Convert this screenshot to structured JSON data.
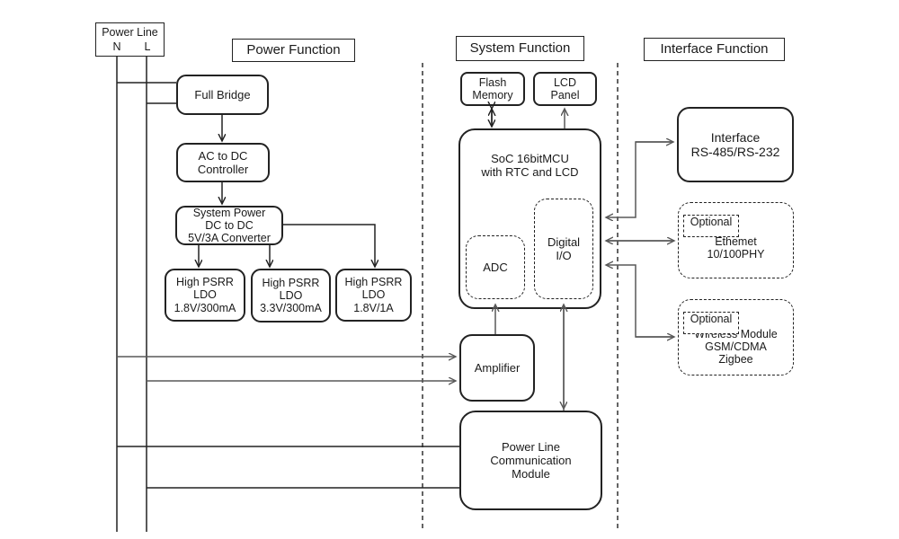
{
  "diagram": {
    "background": "#ffffff",
    "line_color": "#222222",
    "arrow_color": "#595959",
    "power_line": {
      "title": "Power Line",
      "n_label": "N",
      "l_label": "L"
    },
    "sections": {
      "power_title": "Power Function",
      "system_title": "System Function",
      "interface_title": "Interface Function"
    },
    "blocks": {
      "full_bridge": {
        "lines": [
          "Full Bridge"
        ]
      },
      "ac_dc_controller": {
        "lines": [
          "AC to DC",
          "Controller"
        ]
      },
      "dc_dc_converter": {
        "lines": [
          "System Power",
          "DC to DC",
          "5V/3A Converter"
        ]
      },
      "ldo_1v8_300ma": {
        "lines": [
          "High PSRR",
          "LDO",
          "1.8V/300mA"
        ]
      },
      "ldo_3v3_300ma": {
        "lines": [
          "High PSRR",
          "LDO",
          "3.3V/300mA"
        ]
      },
      "ldo_1v8_1a": {
        "lines": [
          "High PSRR",
          "LDO",
          "1.8V/1A"
        ]
      },
      "flash_memory": {
        "lines": [
          "Flash",
          "Memory"
        ]
      },
      "lcd_panel": {
        "lines": [
          "LCD",
          "Panel"
        ]
      },
      "soc": {
        "lines": [
          "SoC 16bitMCU",
          "with RTC and LCD"
        ]
      },
      "adc": {
        "lines": [
          "ADC"
        ]
      },
      "digital_io": {
        "lines": [
          "Digital",
          "I/O"
        ]
      },
      "amplifier": {
        "lines": [
          "Amplifier"
        ]
      },
      "plc_module": {
        "lines": [
          "Power Line",
          "Communication",
          "Module"
        ]
      },
      "interface_rs": {
        "lines": [
          "Interface",
          "RS-485/RS-232"
        ]
      },
      "ethernet": {
        "optional_label": "Optional",
        "lines": [
          "Ethemet",
          "10/100PHY"
        ]
      },
      "wireless": {
        "optional_label": "Optional",
        "lines": [
          "Wireless Module",
          "GSM/CDMA",
          "Zigbee"
        ]
      }
    }
  }
}
